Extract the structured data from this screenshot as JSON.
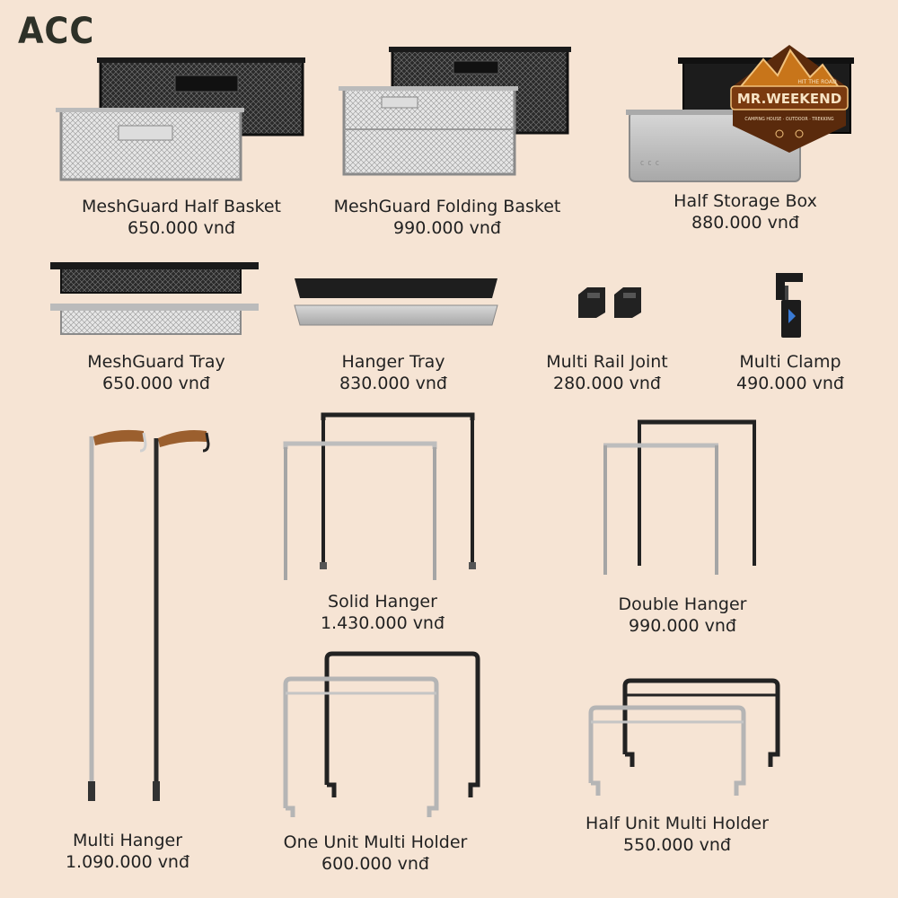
{
  "brand": "ACC",
  "logo": {
    "name": "MR.WEEKEND",
    "tagline": "HIT THE ROAD",
    "subline": "CAMPING HOUSE · OUTDOOR · TREKKING"
  },
  "products": [
    {
      "name": "MeshGuard Half Basket",
      "price": "650.000 vnđ"
    },
    {
      "name": "MeshGuard Folding Basket",
      "price": "990.000 vnđ"
    },
    {
      "name": "Half Storage Box",
      "price": "880.000 vnđ"
    },
    {
      "name": "MeshGuard Tray",
      "price": "650.000 vnđ"
    },
    {
      "name": "Hanger Tray",
      "price": "830.000 vnđ"
    },
    {
      "name": "Multi Rail Joint",
      "price": "280.000 vnđ"
    },
    {
      "name": "Multi Clamp",
      "price": "490.000 vnđ"
    },
    {
      "name": "Solid Hanger",
      "price": "1.430.000 vnđ"
    },
    {
      "name": "Double Hanger",
      "price": "990.000 vnđ"
    },
    {
      "name": "Multi Hanger",
      "price": "1.090.000 vnđ"
    },
    {
      "name": "One Unit Multi Holder",
      "price": "600.000 vnđ"
    },
    {
      "name": "Half Unit Multi Holder",
      "price": "550.000 vnđ"
    }
  ],
  "colors": {
    "background": "#f6e4d4",
    "black_finish": "#1e1e1e",
    "silver_finish": "#b9b9b9",
    "logo_orange": "#c8751a",
    "logo_dark": "#5a2a0c"
  }
}
